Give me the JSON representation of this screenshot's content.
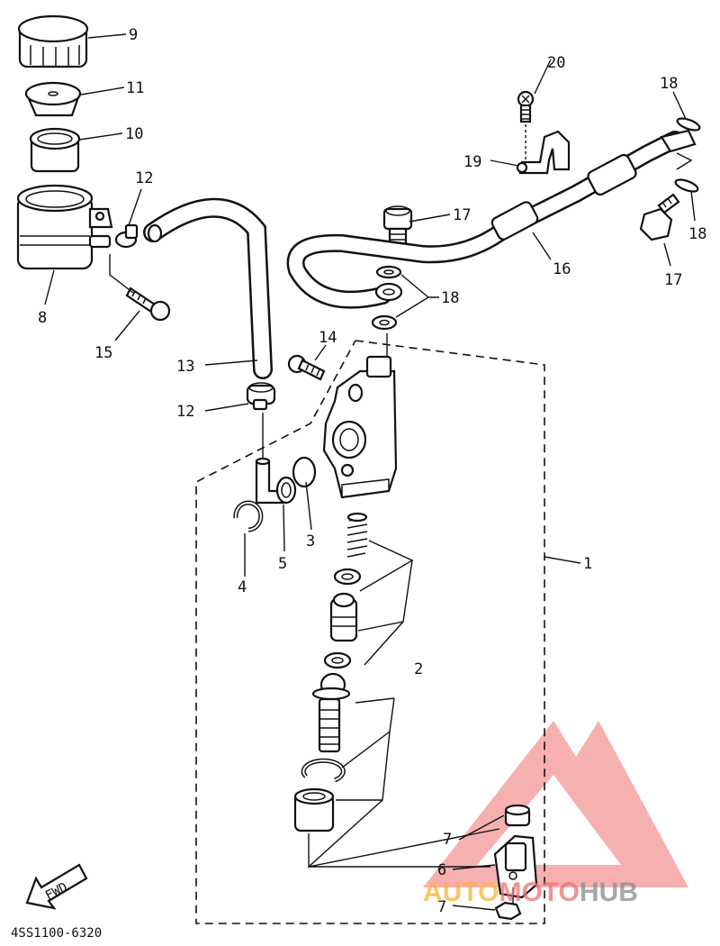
{
  "callouts": {
    "c1": "1",
    "c2": "2",
    "c3": "3",
    "c4": "4",
    "c5": "5",
    "c6": "6",
    "c7a": "7",
    "c7b": "7",
    "c8": "8",
    "c9": "9",
    "c10": "10",
    "c11": "11",
    "c12a": "12",
    "c12b": "12",
    "c13": "13",
    "c14": "14",
    "c15": "15",
    "c16": "16",
    "c17a": "17",
    "c17b": "17",
    "c18a": "18",
    "c18b": "18",
    "c18c": "18",
    "c19": "19",
    "c20": "20"
  },
  "diagram_code": "4SS1100-6320",
  "fwd_label": "FWD",
  "watermark": {
    "part1": "AUTO",
    "part2": "MOTO",
    "part3": "HUB"
  },
  "colors": {
    "watermark_red": "#f07070",
    "watermark_orange": "#f5b43a",
    "watermark_gray": "#8a8a8a",
    "ink": "#111111"
  }
}
